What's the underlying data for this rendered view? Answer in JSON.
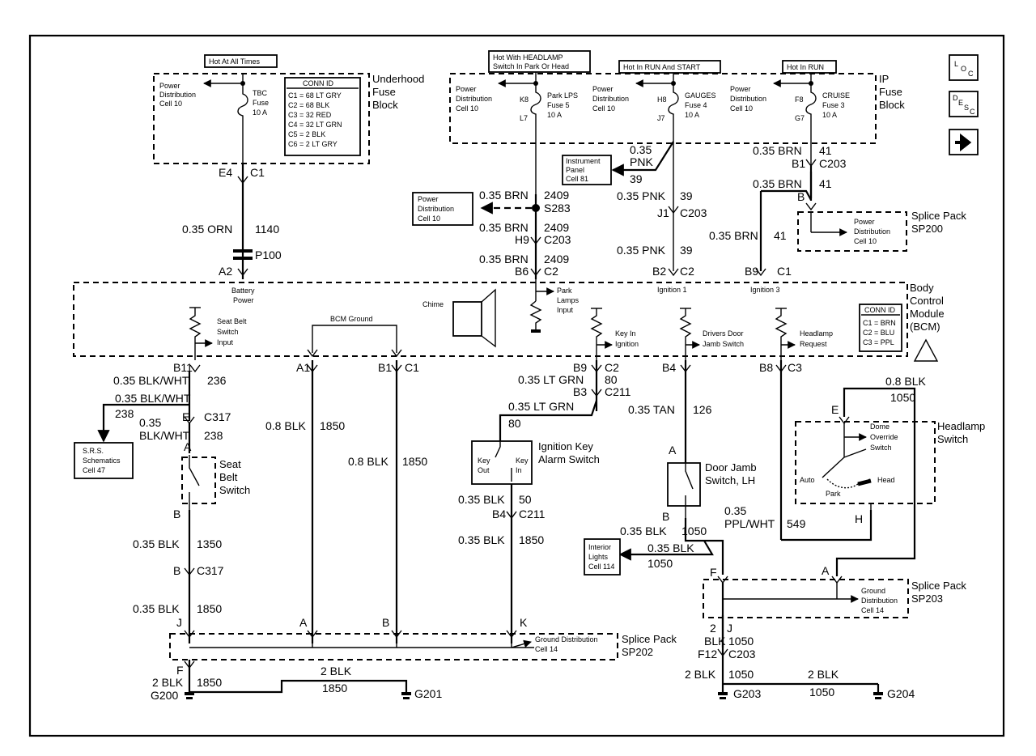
{
  "nav": {
    "loc_l": "L",
    "loc_o": "O",
    "loc_c": "C",
    "desc_d": "D",
    "desc_e": "E",
    "desc_s": "S",
    "desc_c": "C"
  },
  "hot": {
    "all_times": "Hot At All Times",
    "headlamp_1": "Hot With HEADLAMP",
    "headlamp_2": "Switch In Park Or Head",
    "run_start": "Hot In RUN And START",
    "run": "Hot In RUN"
  },
  "underhood": {
    "title_1": "Underhood",
    "title_2": "Fuse",
    "title_3": "Block",
    "pd_1": "Power",
    "pd_2": "Distribution",
    "pd_3": "Cell 10",
    "fuse_1": "TBC",
    "fuse_2": "Fuse",
    "fuse_3": "10 A",
    "conn_title": "CONN ID",
    "conn": [
      "C1 = 68 LT GRY",
      "C2 = 68 BLK",
      "C3 = 32 RED",
      "C4 = 32 LT GRN",
      "C5 = 2 BLK",
      "C6 = 2 LT GRY"
    ]
  },
  "ip": {
    "title_1": "IP",
    "title_2": "Fuse",
    "title_3": "Block",
    "pd_1": "Power",
    "pd_2": "Distribution",
    "pd_3": "Cell 10",
    "f5_1": "Park LPS",
    "f5_2": "Fuse 5",
    "f5_3": "10 A",
    "f4_1": "GAUGES",
    "f4_2": "Fuse 4",
    "f4_3": "10 A",
    "f3_1": "CRUISE",
    "f3_2": "Fuse 3",
    "f3_3": "10 A",
    "k8": "K8",
    "l7": "L7",
    "h8": "H8",
    "j7": "J7",
    "f8": "F8",
    "g7": "G7"
  },
  "refs": {
    "ipc_1": "Instrument",
    "ipc_2": "Panel",
    "ipc_3": "Cell 81",
    "pd_1": "Power",
    "pd_2": "Distribution",
    "pd_3": "Cell 10",
    "srs_1": "S.R.S.",
    "srs_2": "Schematics",
    "srs_3": "Cell 47",
    "int_1": "Interior",
    "int_2": "Lights",
    "int_3": "Cell 114"
  },
  "wires": {
    "w1140": "0.35 ORN",
    "n1140": "1140",
    "e4": "E4",
    "c1": "C1",
    "p100": "P100",
    "a2": "A2",
    "bat_1": "Battery",
    "bat_2": "Power",
    "w2409a": "0.35 BRN",
    "n2409a": "2409",
    "s283": "S283",
    "w2409b": "0.35 BRN",
    "n2409b": "2409",
    "h9": "H9",
    "c203a": "C203",
    "w2409c": "0.35 BRN",
    "n2409c": "2409",
    "b6": "B6",
    "c2a": "C2",
    "w39a_1": "0.35",
    "w39a_2": "PNK",
    "n39a": "39",
    "w39b": "0.35 PNK",
    "n39b": "39",
    "j1": "J1",
    "c203b": "C203",
    "w39c": "0.35 PNK",
    "n39c": "39",
    "b2": "B2",
    "c2b": "C2",
    "w41a": "0.35 BRN",
    "n41a": "41",
    "b1a": "B1",
    "c203c": "C203",
    "w41b": "0.35 BRN",
    "n41b": "41",
    "bsp": "B",
    "w41c": "0.35 BRN",
    "n41c": "41",
    "b9a": "B9",
    "c1b": "C1",
    "ign1": "Ignition 1",
    "ign3": "Ignition 3",
    "sp200_1": "Splice Pack",
    "sp200_2": "SP200",
    "sp200_pd_1": "Power",
    "sp200_pd_2": "Distribution",
    "sp200_pd_3": "Cell 10"
  },
  "bcm": {
    "title_1": "Body",
    "title_2": "Control",
    "title_3": "Module",
    "title_4": "(BCM)",
    "conn_title": "CONN ID",
    "conn": [
      "C1 = BRN",
      "C2 = BLU",
      "C3 = PPL"
    ],
    "seat_1": "Seat Belt",
    "seat_2": "Switch",
    "seat_3": "Input",
    "gnd": "BCM Ground",
    "chime": "Chime",
    "park_1": "Park",
    "park_2": "Lamps",
    "park_3": "Input",
    "key_1": "Key In",
    "key_2": "Ignition",
    "door_1": "Drivers Door",
    "door_2": "Jamb Switch",
    "head_1": "Headlamp",
    "head_2": "Request"
  },
  "lower": {
    "b11": "B11",
    "w236a": "0.35 BLK/WHT",
    "n236a": "236",
    "w238a": "0.35 BLK/WHT",
    "n238a": "238",
    "e_c317": "E",
    "c317a": "C317",
    "w238b_1": "0.35",
    "w238b_2": "BLK/WHT",
    "n238b": "238",
    "a_seat": "A",
    "seat_1": "Seat",
    "seat_2": "Belt",
    "seat_3": "Switch",
    "b_seat": "B",
    "w1350": "0.35 BLK",
    "n1350": "1350",
    "b_c317": "B",
    "c317b": "C317",
    "w1850a": "0.35 BLK",
    "n1850a": "1850",
    "j_sp": "J",
    "a1": "A1",
    "w1850b": "0.8 BLK",
    "n1850b": "1850",
    "a_sp": "A",
    "b1": "B1",
    "c1": "C1",
    "w1850c": "0.8 BLK",
    "n1850c": "1850",
    "b_sp": "B",
    "b9": "B9",
    "c2": "C2",
    "w80a": "0.35 LT GRN",
    "n80a": "80",
    "b3": "B3",
    "c211a": "C211",
    "w80b": "0.35 LT GRN",
    "n80b": "80",
    "ika_1": "Ignition Key",
    "ika_2": "Alarm Switch",
    "key_out": "Key",
    "key_out2": "Out",
    "key_in": "Key",
    "key_in2": "In",
    "w50": "0.35 BLK",
    "n50": "50",
    "b4a": "B4",
    "c211b": "C211",
    "w1850d": "0.35 BLK",
    "n1850d": "1850",
    "k_sp": "K",
    "b4": "B4",
    "w126": "0.35 TAN",
    "n126": "126",
    "a_door": "A",
    "door_1": "Door Jamb",
    "door_2": "Switch, LH",
    "b_door": "B",
    "w1050a": "0.35 BLK",
    "n1050a": "1050",
    "w1050b": "0.35 BLK",
    "n1050b": "1050",
    "b8": "B8",
    "c3": "C3",
    "w549_1": "0.35",
    "w549_2": "PPL/WHT",
    "n549": "549",
    "w1050c": "0.8 BLK",
    "n1050c": "1050",
    "hs_1": "Headlamp",
    "hs_2": "Switch",
    "e_hs": "E",
    "h_hs": "H",
    "dome_1": "Dome",
    "dome_2": "Override",
    "dome_3": "Switch",
    "auto": "Auto",
    "park": "Park",
    "head": "Head",
    "f_sp": "F",
    "a_sp203": "A",
    "sp203_1": "Splice Pack",
    "sp203_2": "SP203",
    "sp203_gd_1": "Ground",
    "sp203_gd_2": "Distribution",
    "sp203_gd_3": "Cell 14",
    "sp202_1": "Splice Pack",
    "sp202_2": "SP202",
    "sp202_gd": "Ground Distribution",
    "sp202_cell": "Cell 14",
    "f_c": "F",
    "w1850e": "2 BLK",
    "n1850e": "1850",
    "g200": "G200",
    "w1850f": "2 BLK",
    "n1850f": "1850",
    "g201": "G201",
    "j2": "2",
    "j_blk": "BLK",
    "j_j": "J",
    "n1050d": "1050",
    "f12": "F12",
    "c203d": "C203",
    "w1050e": "2 BLK",
    "n1050e": "1050",
    "g203": "G203",
    "w1050f": "2 BLK",
    "n1050f": "1050",
    "g204": "G204"
  }
}
